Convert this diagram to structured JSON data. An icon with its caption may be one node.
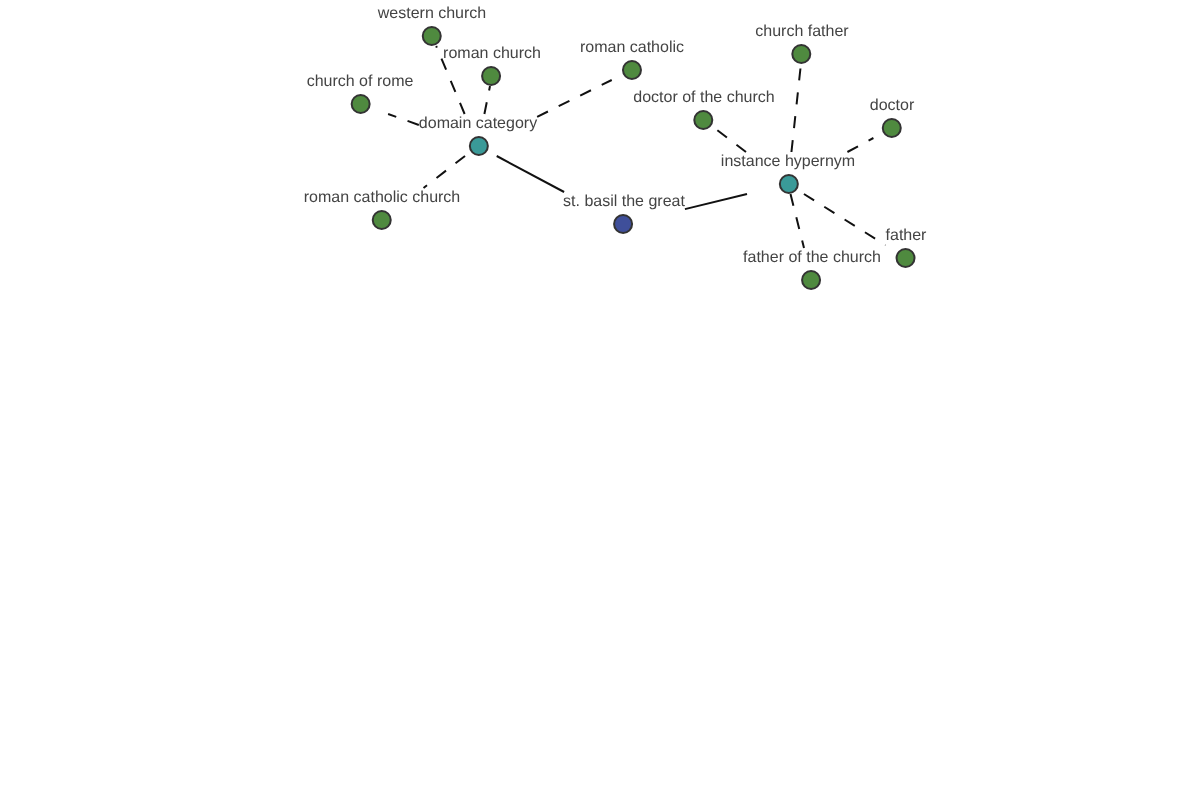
{
  "diagram": {
    "nodes": [
      {
        "text": [
          "st. basil the great"
        ]
      },
      {
        "text": [
          "domain category"
        ]
      },
      {
        "text": [
          "instance hypernym"
        ]
      },
      {
        "text": [
          "western church"
        ]
      },
      {
        "text": [
          "roman church"
        ]
      },
      {
        "text": [
          "roman catholic"
        ]
      },
      {
        "text": [
          "church of rome"
        ]
      },
      {
        "text": [
          "roman catholic church"
        ]
      },
      {
        "text": [
          "church father"
        ]
      },
      {
        "text": [
          "doctor of the church"
        ]
      },
      {
        "text": [
          "doctor"
        ]
      },
      {
        "text": [
          "father"
        ]
      },
      {
        "text": [
          "father of the church"
        ]
      }
    ],
    "edges": [
      {
        "from": 0,
        "to": 1,
        "arrow": "none"
      },
      {
        "from": 0,
        "to": 2,
        "arrow": "none"
      },
      {
        "from": 1,
        "to": 3,
        "arrow": "none",
        "style": "dashed"
      },
      {
        "from": 1,
        "to": 4,
        "arrow": "none",
        "style": "dashed"
      },
      {
        "from": 1,
        "to": 5,
        "arrow": "none",
        "style": "dashed"
      },
      {
        "from": 1,
        "to": 6,
        "arrow": "none",
        "style": "dashed"
      },
      {
        "from": 1,
        "to": 7,
        "arrow": "none",
        "style": "dashed"
      },
      {
        "from": 2,
        "to": 8,
        "arrow": "none",
        "style": "dashed"
      },
      {
        "from": 2,
        "to": 9,
        "arrow": "none",
        "style": "dashed"
      },
      {
        "from": 2,
        "to": 10,
        "arrow": "none",
        "style": "dashed"
      },
      {
        "from": 2,
        "to": 11,
        "arrow": "none",
        "style": "dashed"
      },
      {
        "from": 2,
        "to": 12,
        "arrow": "none",
        "style": "dashed"
      }
    ]
  }
}
